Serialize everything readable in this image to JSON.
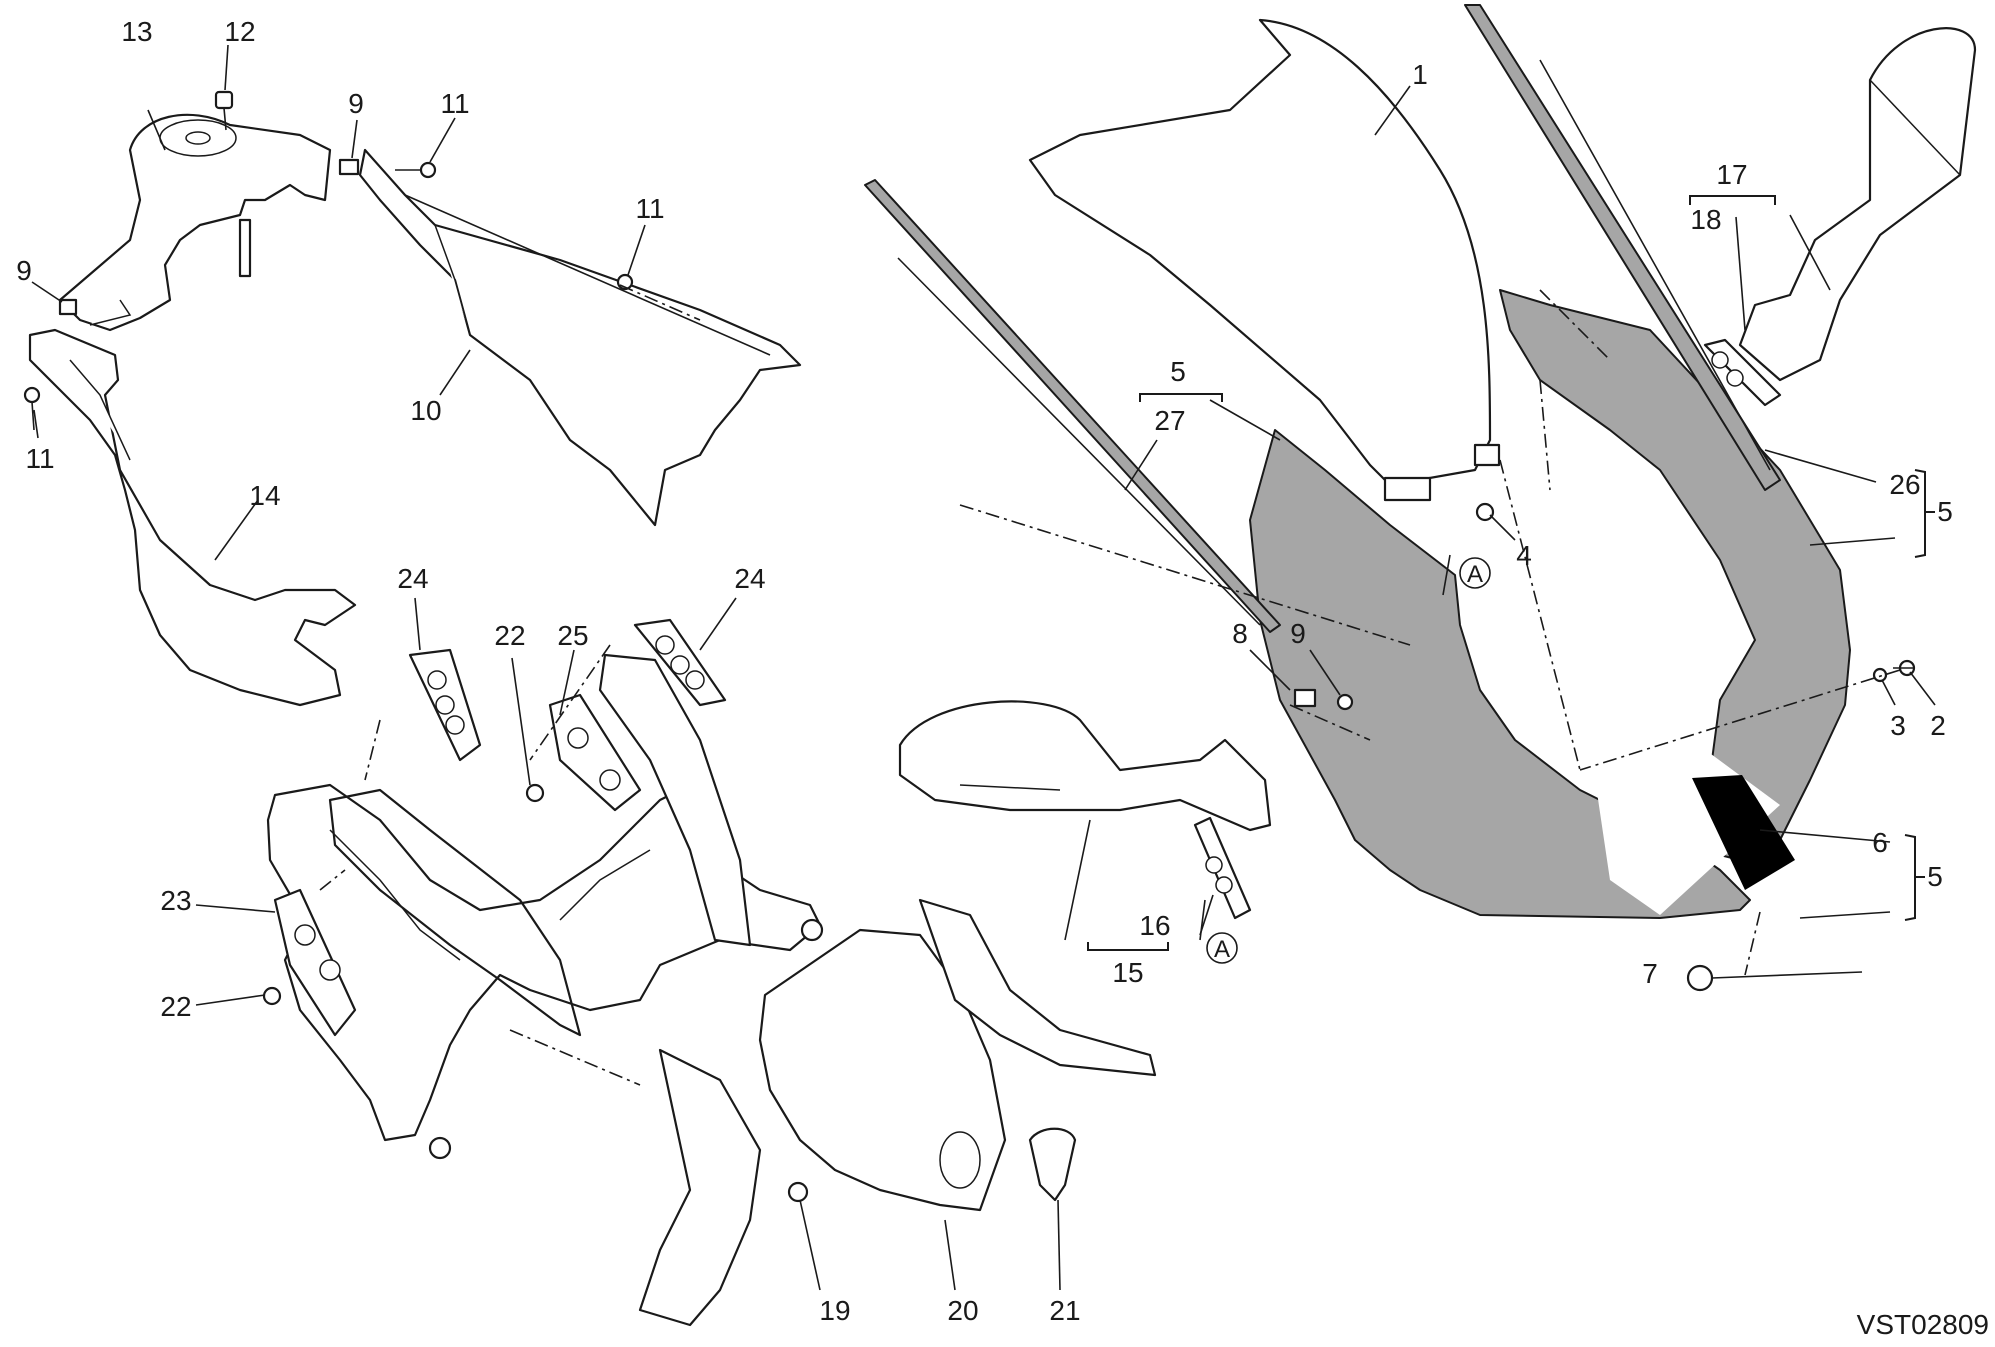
{
  "diagram": {
    "drawing_code": "VST02809",
    "reference_mark": "A",
    "callouts": {
      "c1": "1",
      "c2": "2",
      "c3": "3",
      "c4": "4",
      "c5a": "5",
      "c5b": "5",
      "c5c": "5",
      "c6": "6",
      "c7": "7",
      "c8": "8",
      "c9a": "9",
      "c9b": "9",
      "c9c": "9",
      "c10": "10",
      "c11a": "11",
      "c11b": "11",
      "c11c": "11",
      "c12": "12",
      "c13": "13",
      "c14": "14",
      "c15": "15",
      "c16": "16",
      "c17": "17",
      "c18": "18",
      "c19": "19",
      "c20": "20",
      "c21": "21",
      "c22a": "22",
      "c22b": "22",
      "c23": "23",
      "c24a": "24",
      "c24b": "24",
      "c25": "25",
      "c26": "26",
      "c27": "27"
    }
  }
}
